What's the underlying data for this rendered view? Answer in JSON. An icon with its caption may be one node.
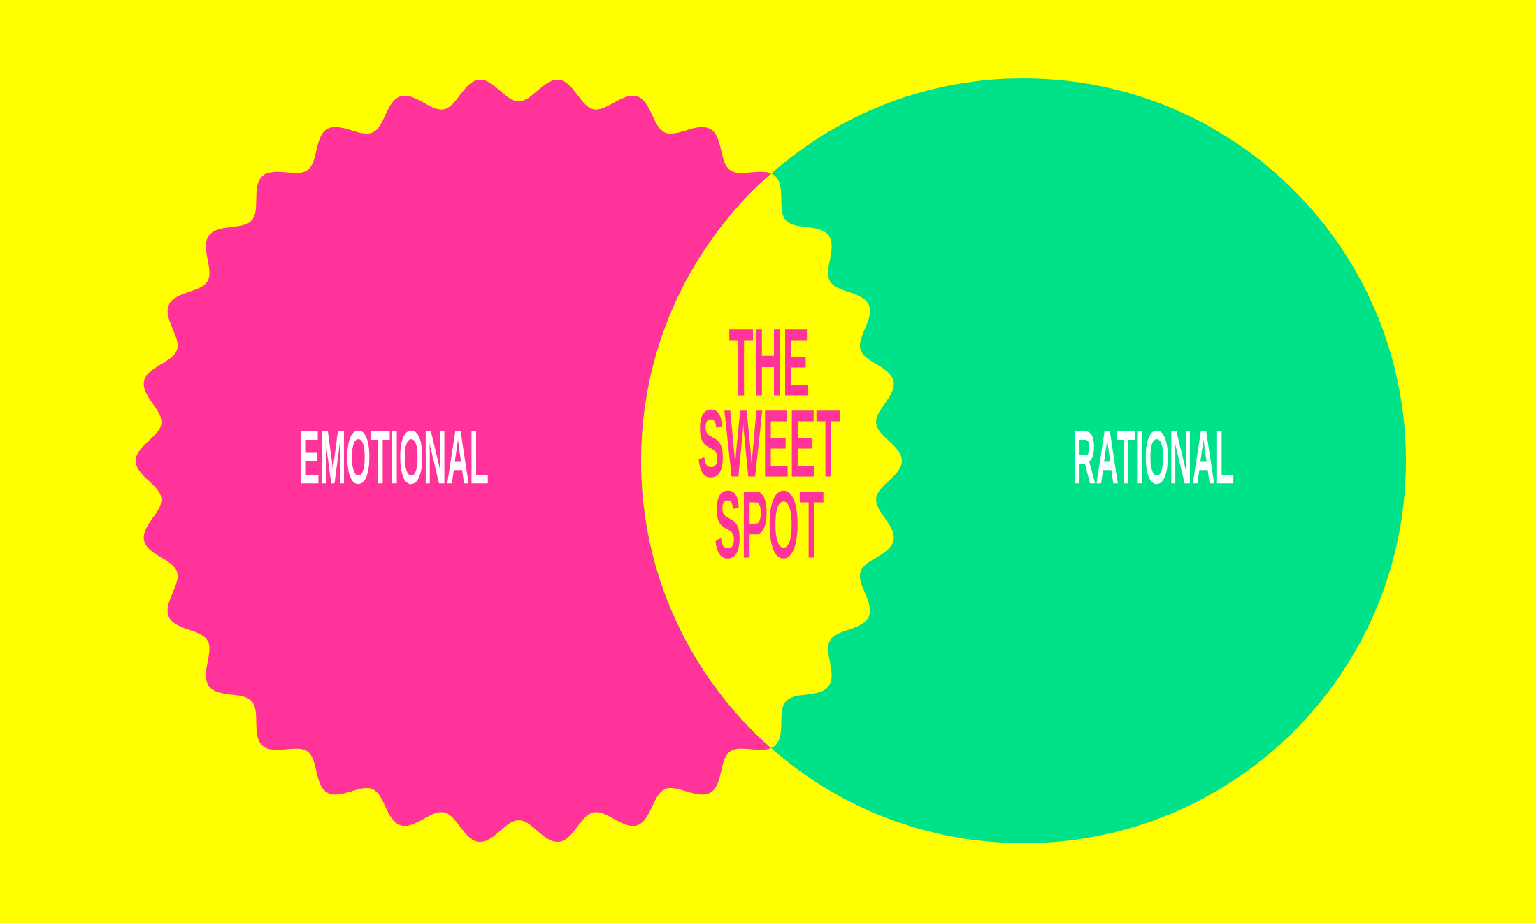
{
  "diagram": {
    "nodes": [
      {
        "text": [
          "EMOTIONAL"
        ]
      },
      {
        "text": [
          "RATIONAL"
        ]
      },
      {
        "text": [
          "THE SWEET SPOT"
        ]
      }
    ]
  }
}
